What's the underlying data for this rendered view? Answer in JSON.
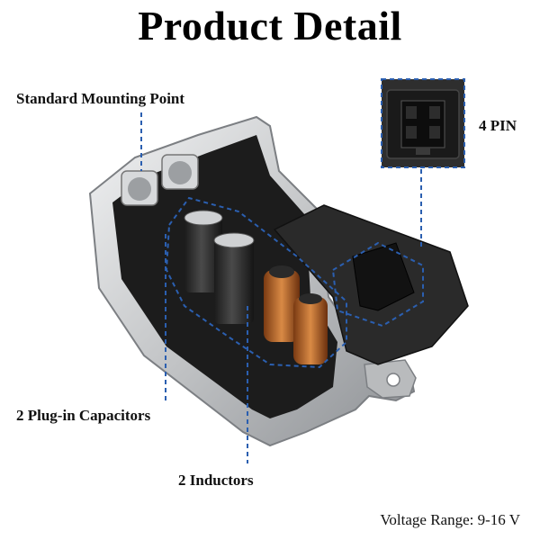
{
  "title": "Product Detail",
  "labels": {
    "mounting": "Standard Mounting Point",
    "pin": "4 PIN",
    "capacitors": "2 Plug-in Capacitors",
    "inductors": "2 Inductors"
  },
  "voltage": "Voltage Range:  9-16 V",
  "colors": {
    "callout": "#2b5fb0",
    "housing": "#c9cbcd",
    "foam": "#2a2a2a"
  }
}
